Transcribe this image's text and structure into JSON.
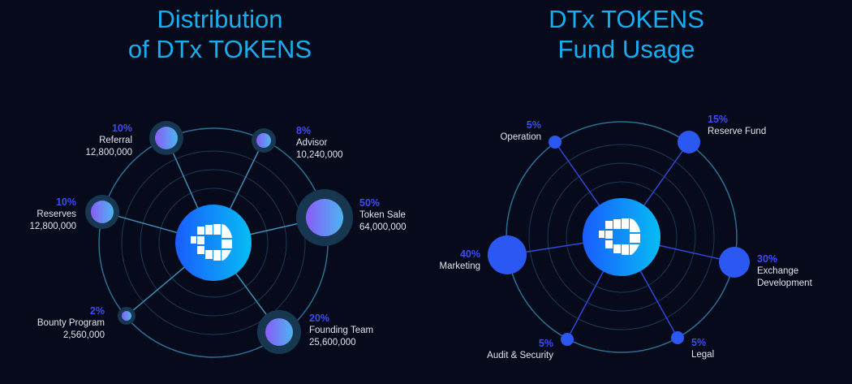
{
  "left": {
    "title_line1": "Distribution",
    "title_line2": "of DTx TOKENS",
    "items": [
      {
        "pct": "10%",
        "label": "Referral",
        "amount": "12,800,000"
      },
      {
        "pct": "8%",
        "label": "Advisor",
        "amount": "10,240,000"
      },
      {
        "pct": "50%",
        "label": "Token Sale",
        "amount": "64,000,000"
      },
      {
        "pct": "20%",
        "label": "Founding Team",
        "amount": "25,600,000"
      },
      {
        "pct": "2%",
        "label": "Bounty Program",
        "amount": "2,560,000"
      },
      {
        "pct": "10%",
        "label": "Reserves",
        "amount": "12,800,000"
      }
    ]
  },
  "right": {
    "title_line1": "DTx TOKENS",
    "title_line2": "Fund Usage",
    "items": [
      {
        "pct": "5%",
        "label": "Operation"
      },
      {
        "pct": "15%",
        "label": "Reserve Fund"
      },
      {
        "pct": "30%",
        "label": "Exchange",
        "label2": "Development"
      },
      {
        "pct": "5%",
        "label": "Legal"
      },
      {
        "pct": "5%",
        "label": "Audit & Security"
      },
      {
        "pct": "40%",
        "label": "Marketing"
      }
    ]
  },
  "colors": {
    "background": "#070a1a",
    "title": "#17aef0",
    "percent": "#3b4df0",
    "node_right": "#2b57f2",
    "ring": "#1e5a7a"
  }
}
